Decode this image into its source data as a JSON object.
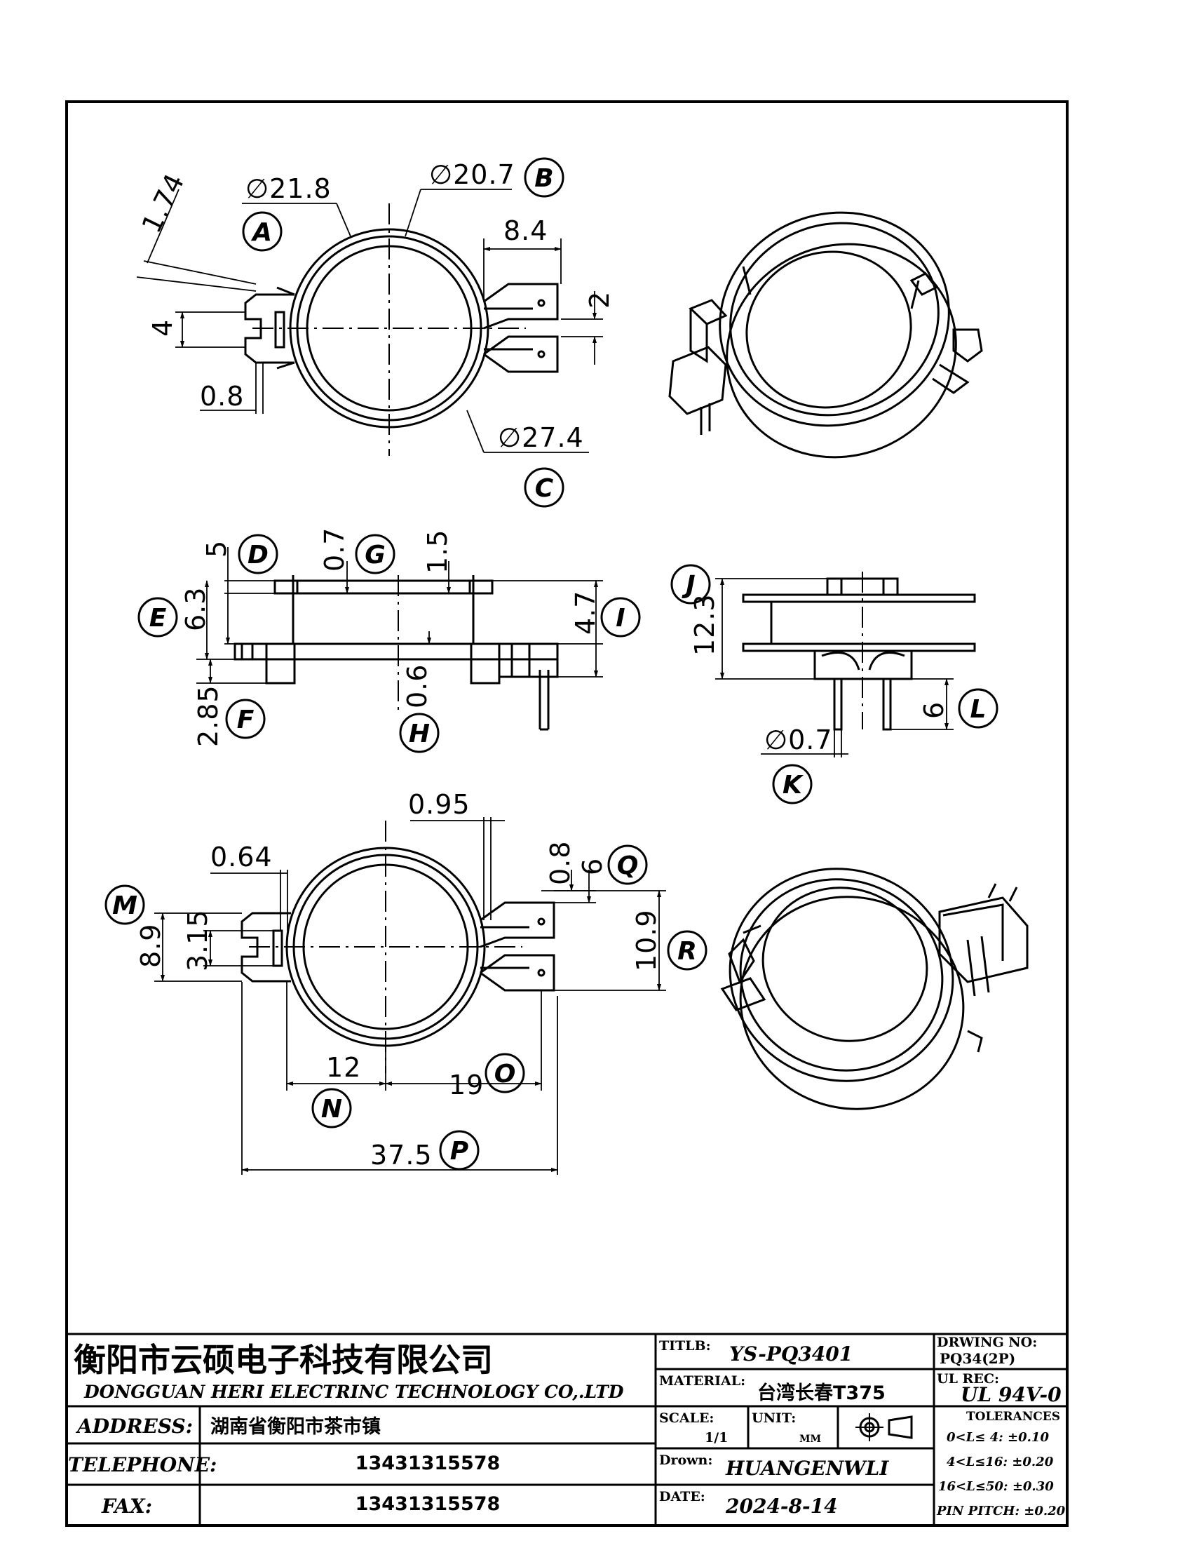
{
  "views": {
    "top": {
      "dims": [
        "∅21.8",
        "∅20.7",
        "1.74",
        "8.4",
        "2",
        "4",
        "0.8",
        "∅27.4"
      ],
      "tags": [
        "A",
        "B",
        "C"
      ]
    },
    "side": {
      "dims": [
        "5",
        "0.7",
        "1.5",
        "6.3",
        "4.7",
        "2.85",
        "0.6"
      ],
      "tags": [
        "D",
        "G",
        "E",
        "I",
        "F",
        "H"
      ]
    },
    "end": {
      "dims": [
        "12.3",
        "6",
        "∅0.7"
      ],
      "tags": [
        "J",
        "L",
        "K"
      ]
    },
    "bottom": {
      "dims": [
        "0.95",
        "0.64",
        "0.8",
        "6",
        "8.9",
        "3.15",
        "10.9",
        "12",
        "19",
        "37.5"
      ],
      "tags": [
        "Q",
        "M",
        "R",
        "N",
        "O",
        "P"
      ]
    }
  },
  "title_block": {
    "company_cn": "衡阳市云硕电子科技有限公司",
    "company_en": "DONGGUAN HERI ELECTRINC TECHNOLOGY CO,.LTD",
    "address_label": "ADDRESS:",
    "address_value": "湖南省衡阳市茶市镇",
    "telephone_label": "TELEPHONE:",
    "telephone_value": "13431315578",
    "fax_label": "FAX:",
    "fax_value": "13431315578",
    "title_label": "TITLB:",
    "title_value": "YS-PQ3401",
    "material_label": "MATERIAL:",
    "material_value": "台湾长春T375",
    "scale_label": "SCALE:",
    "scale_value": "1/1",
    "unit_label": "UNIT:",
    "unit_value": "MM",
    "drawn_label": "Drown:",
    "drawn_value": "HUANGENWLI",
    "date_label": "DATE:",
    "date_value": "2024-8-14",
    "drawing_no_label": "DRWING NO:",
    "drawing_no_value": "PQ34(2P)",
    "ul_label": "UL REC:",
    "ul_value": "UL 94V-0",
    "tolerances_label": "TOLERANCES",
    "tolerances": [
      "0<L≤ 4:  ±0.10",
      "4<L≤16:  ±0.20",
      "16<L≤50:  ±0.30"
    ],
    "pin_pitch": "PIN PITCH:  ±0.20"
  }
}
